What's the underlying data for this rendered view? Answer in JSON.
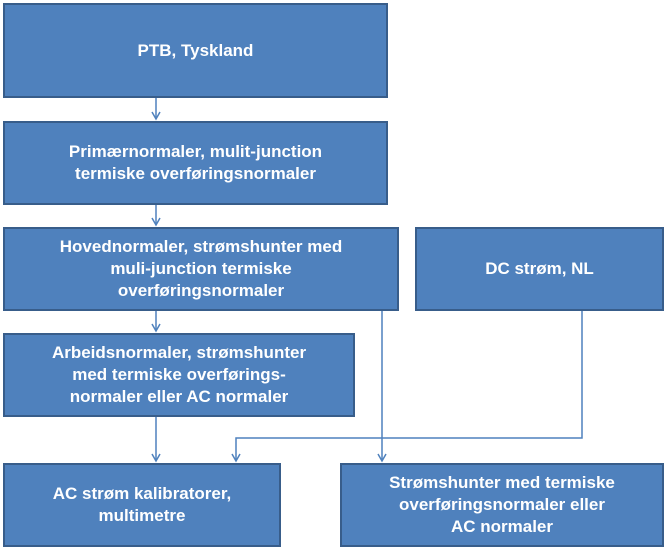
{
  "diagram": {
    "nodes": {
      "ptb": "PTB, Tyskland",
      "primary": "Primærnormaler, mulit-junction\ntermiske overføringsnormaler",
      "main": "Hovednormaler, strømshunter med\nmuli-junction termiske\noverføringsnormaler",
      "dc": "DC strøm, NL",
      "work": "Arbeidsnormaler, strømshunter\nmed termiske overførings-\nnormaler eller AC normaler",
      "ac_calibrators": "AC strøm kalibratorer,\nmultimetre",
      "shunts": "Strømshunter med termiske\noverføringsnormaler eller\nAC normaler"
    },
    "edges": [
      {
        "from": "ptb",
        "to": "primary"
      },
      {
        "from": "primary",
        "to": "main"
      },
      {
        "from": "main",
        "to": "work"
      },
      {
        "from": "work",
        "to": "ac_calibrators"
      },
      {
        "from": "main",
        "to": "shunts"
      },
      {
        "from": "dc",
        "to": "ac_calibrators"
      }
    ],
    "colors": {
      "box_fill": "#4f81bd",
      "box_border": "#385d8a",
      "text": "#ffffff",
      "connector": "#4f81bd"
    }
  }
}
